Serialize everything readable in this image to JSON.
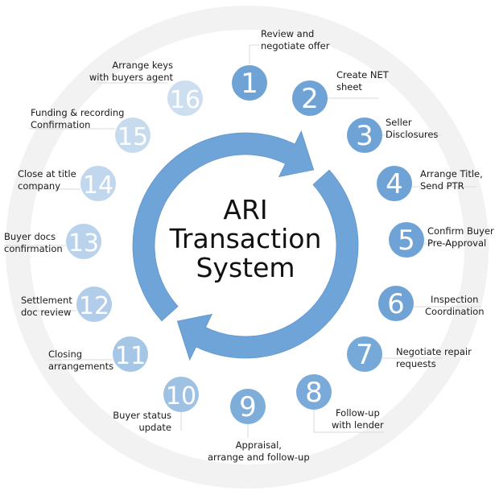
{
  "title": {
    "lines": [
      "ARI",
      "Transaction",
      "System"
    ]
  },
  "colors": {
    "primary": "#6fa3d6",
    "arrow": "#6ea4d8",
    "outer_ring": "#f2f2f3",
    "connector": "#d8d8d8",
    "text": "#1a1a1a"
  },
  "steps": [
    {
      "number": "1",
      "lines": [
        "Review and",
        "negotiate offer"
      ]
    },
    {
      "number": "2",
      "lines": [
        "Create NET",
        "sheet"
      ]
    },
    {
      "number": "3",
      "lines": [
        "Seller",
        "Disclosures"
      ]
    },
    {
      "number": "4",
      "lines": [
        "Arrange Title,",
        "Send PTR"
      ]
    },
    {
      "number": "5",
      "lines": [
        "Confirm Buyer",
        "Pre-Approval"
      ]
    },
    {
      "number": "6",
      "lines": [
        "Inspection",
        "Coordination"
      ]
    },
    {
      "number": "7",
      "lines": [
        "Negotiate repair",
        "requests"
      ]
    },
    {
      "number": "8",
      "lines": [
        "Follow-up",
        "with lender"
      ]
    },
    {
      "number": "9",
      "lines": [
        "Appraisal,",
        "arrange and follow-up"
      ]
    },
    {
      "number": "10",
      "lines": [
        "Buyer status",
        "update"
      ]
    },
    {
      "number": "11",
      "lines": [
        "Closing",
        "arrangements"
      ]
    },
    {
      "number": "12",
      "lines": [
        "Settlement",
        "doc review"
      ]
    },
    {
      "number": "13",
      "lines": [
        "Buyer docs",
        "confirmation"
      ]
    },
    {
      "number": "14",
      "lines": [
        "Close at title",
        "company"
      ]
    },
    {
      "number": "15",
      "lines": [
        "Funding & recording",
        "Confirmation"
      ]
    },
    {
      "number": "16",
      "lines": [
        "Arrange keys",
        "with buyers agent"
      ]
    }
  ]
}
